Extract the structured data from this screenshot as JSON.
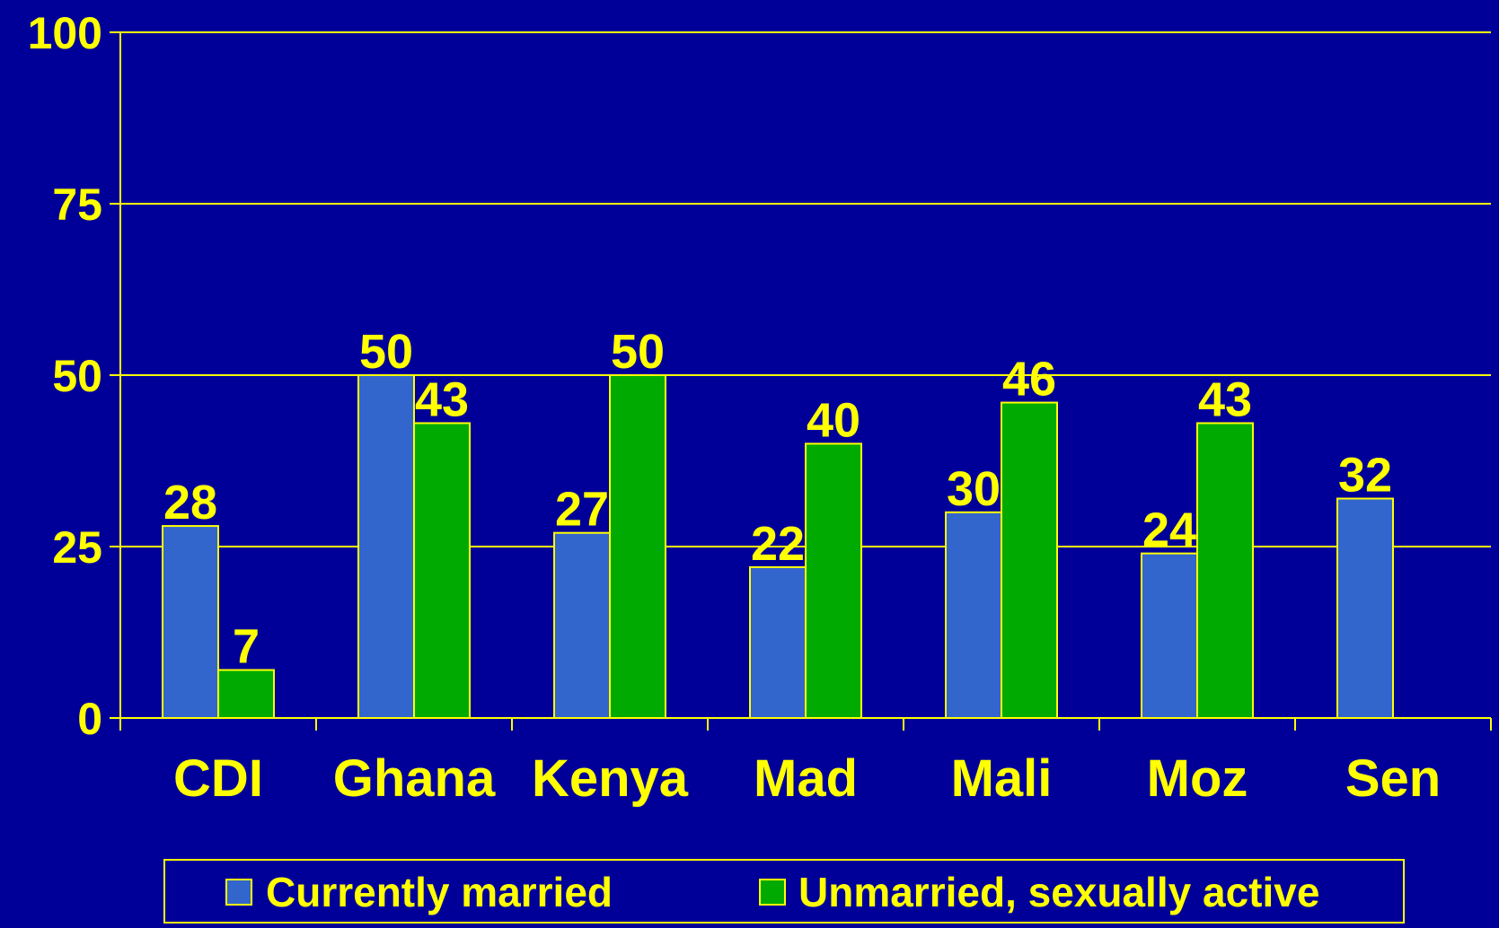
{
  "chart_data": {
    "type": "bar",
    "categories": [
      "CDI",
      "Ghana",
      "Kenya",
      "Mad",
      "Mali",
      "Moz",
      "Sen"
    ],
    "series": [
      {
        "name": "Currently married",
        "values": [
          28,
          50,
          27,
          22,
          30,
          24,
          32
        ],
        "color": "#3366CC"
      },
      {
        "name": "Unmarried, sexually active",
        "values": [
          7,
          43,
          50,
          40,
          46,
          43,
          null
        ],
        "color": "#00AA00"
      }
    ],
    "title": "",
    "xlabel": "",
    "ylabel": "",
    "ylim": [
      0,
      100
    ],
    "yticks": [
      0,
      25,
      50,
      75,
      100
    ],
    "grid": true,
    "legend": "bottom",
    "data_labels": true
  },
  "colors": {
    "background": "#000099",
    "axis": "#FFFF00",
    "text": "#FFFF00",
    "bar_border": "#FFFF00"
  }
}
